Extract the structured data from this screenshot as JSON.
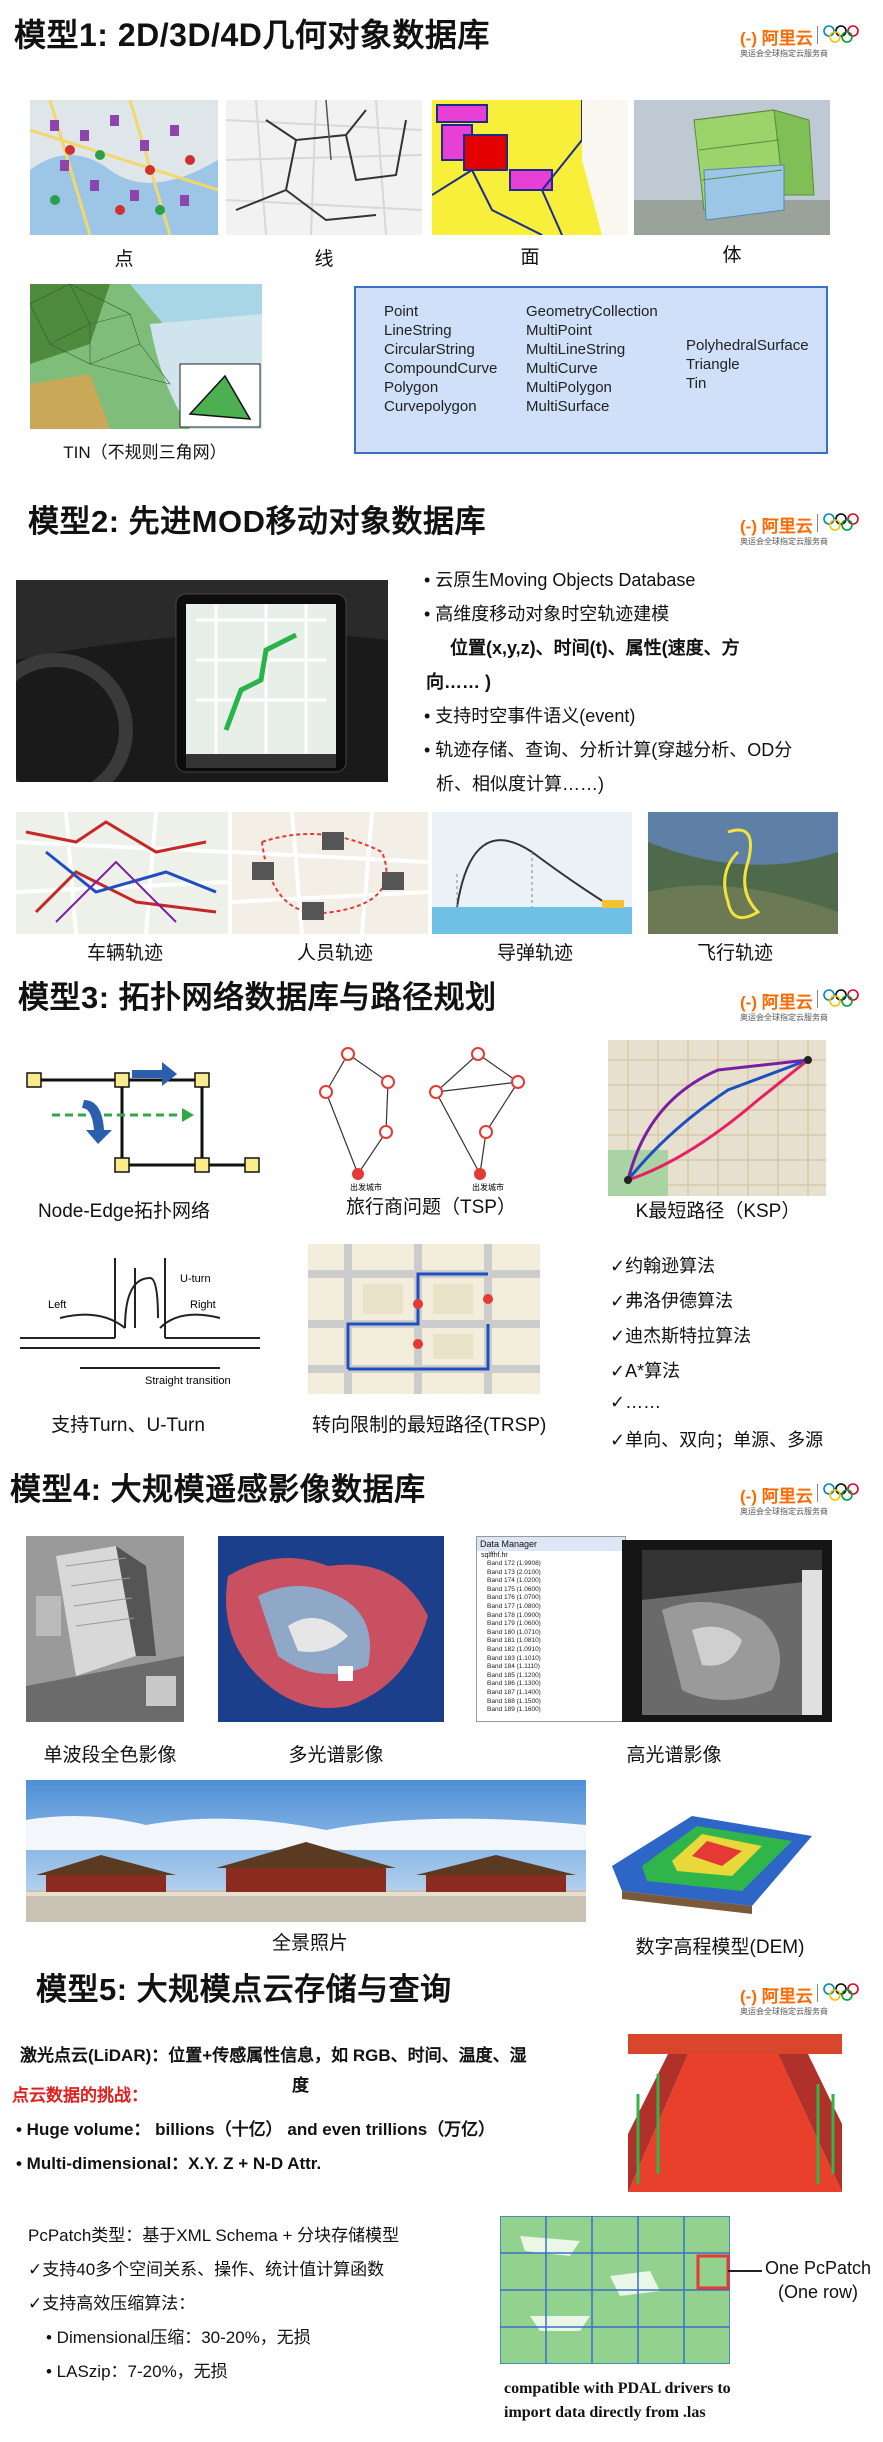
{
  "brand": {
    "logo": "(-) 阿里云",
    "tagline": "奥运会全球指定云服务商",
    "rings_icon": "olympic-rings-icon",
    "color": "#ff6a00"
  },
  "s1": {
    "title": "模型1: 2D/3D/4D几何对象数据库",
    "captions": [
      "点",
      "线",
      "面",
      "体",
      "TIN（不规则三角网）"
    ],
    "geom_col1": [
      "Point",
      "LineString",
      "CircularString",
      "CompoundCurve",
      "Polygon",
      "Curvepolygon"
    ],
    "geom_col2": [
      "GeometryCollection",
      "MultiPoint",
      "MultiLineString",
      "MultiCurve",
      "MultiPolygon",
      "MultiSurface"
    ],
    "geom_col3": [
      "PolyhedralSurface",
      "Triangle",
      "Tin"
    ]
  },
  "s2": {
    "title": "模型2: 先进MOD移动对象数据库",
    "b1": "• 云原生Moving Objects Database",
    "b2": "• 高维度移动对象时空轨迹建模",
    "b3": "位置(x,y,z)、时间(t)、属性(速度、方",
    "b4": "向…… )",
    "b5": "• 支持时空事件语义(event)",
    "b6": "• 轨迹存储、查询、分析计算(穿越分析、OD分",
    "b7": "析、相似度计算……)",
    "captions": [
      "车辆轨迹",
      "人员轨迹",
      "导弹轨迹",
      "飞行轨迹"
    ]
  },
  "s3": {
    "title": "模型3: 拓扑网络数据库与路径规划",
    "cap1": "Node-Edge拓扑网络",
    "cap2": "旅行商问题（TSP）",
    "cap3": "K最短路径（KSP）",
    "cap4": "支持Turn、U-Turn",
    "cap5": "转向限制的最短路径(TRSP)",
    "turn_labels": [
      "U-turn",
      "Left",
      "Right",
      "Straight transition"
    ],
    "tsp_labels": [
      "出发城市",
      "出发城市"
    ],
    "algos": [
      "✓约翰逊算法",
      "✓弗洛伊德算法",
      "✓迪杰斯特拉算法",
      "✓A*算法",
      "✓……",
      "✓单向、双向；单源、多源"
    ]
  },
  "s4": {
    "title": "模型4: 大规模遥感影像数据库",
    "captions": [
      "单波段全色影像",
      "多光谱影像",
      "高光谱影像",
      "全景照片",
      "数字高程模型(DEM)"
    ],
    "dm_title": "Data Manager",
    "dm_file": "sqlffhf.hr",
    "bands": [
      "Band 172 (1.9908)",
      "Band 173 (2.0100)",
      "Band 174 (1.0200)",
      "Band 175 (1.0600)",
      "Band 176 (1.0700)",
      "Band 177 (1.0800)",
      "Band 178 (1.0900)",
      "Band 179 (1.0600)",
      "Band 180 (1.0710)",
      "Band 181 (1.0810)",
      "Band 182 (1.0910)",
      "Band 183 (1.1010)",
      "Band 184 (1.1110)",
      "Band 185 (1.1200)",
      "Band 186 (1.1300)",
      "Band 187 (1.1400)",
      "Band 188 (1.1500)",
      "Band 189 (1.1600)"
    ]
  },
  "s5": {
    "title": "模型5: 大规模点云存储与查询",
    "lidar1": "激光点云(LiDAR)：位置+传感属性信息，如 RGB、时间、温度、湿",
    "lidar2": "度",
    "challenge": "点云数据的挑战：",
    "c1": "• Huge volume： billions（十亿） and even trillions（万亿）",
    "c2": "• Multi-dimensional：X.Y. Z + N-D Attr.",
    "p1": "PcPatch类型：基于XML Schema + 分块存储模型",
    "p2": "✓支持40多个空间关系、操作、统计值计算函数",
    "p3": "✓支持高效压缩算法：",
    "p4": "• Dimensional压缩：30-20%，无损",
    "p5": "• LASzip：7-20%，无损",
    "patch1": "One PcPatch",
    "patch2": "(One row)",
    "pdal1": "compatible with PDAL drivers to",
    "pdal2": "import data directly from .las"
  }
}
